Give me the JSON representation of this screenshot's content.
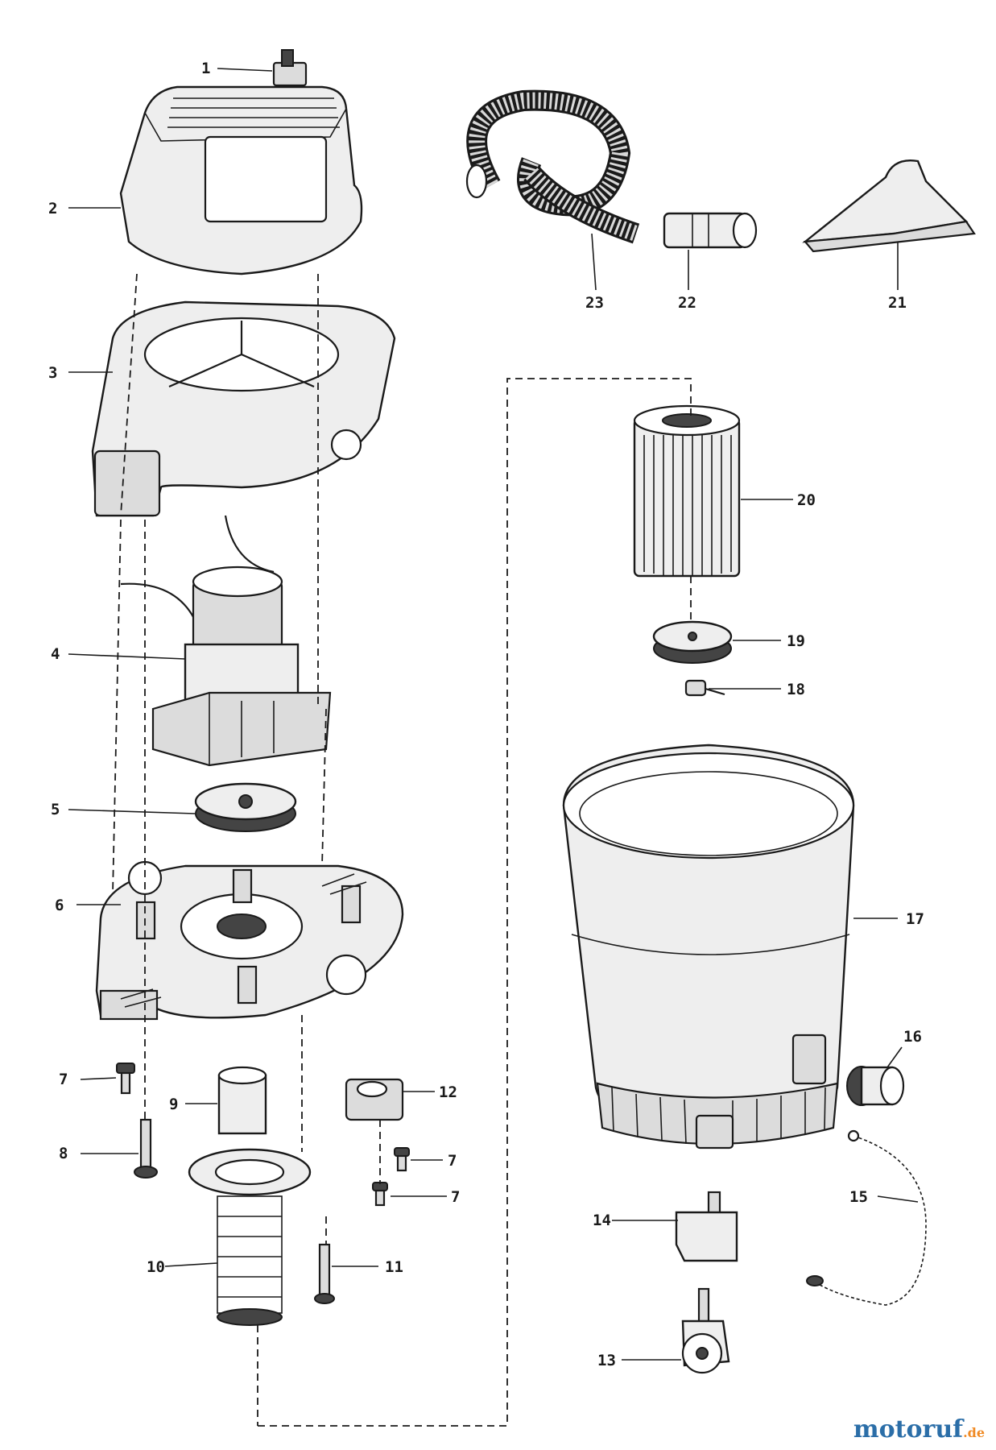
{
  "parts": [
    {
      "id": "part-1",
      "label": "1"
    },
    {
      "id": "part-2",
      "label": "2"
    },
    {
      "id": "part-3",
      "label": "3"
    },
    {
      "id": "part-4",
      "label": "4"
    },
    {
      "id": "part-5",
      "label": "5"
    },
    {
      "id": "part-6",
      "label": "6"
    },
    {
      "id": "part-7a",
      "label": "7"
    },
    {
      "id": "part-8",
      "label": "8"
    },
    {
      "id": "part-9",
      "label": "9"
    },
    {
      "id": "part-10",
      "label": "10"
    },
    {
      "id": "part-11",
      "label": "11"
    },
    {
      "id": "part-12",
      "label": "12"
    },
    {
      "id": "part-7b",
      "label": "7"
    },
    {
      "id": "part-7c",
      "label": "7"
    },
    {
      "id": "part-13",
      "label": "13"
    },
    {
      "id": "part-14",
      "label": "14"
    },
    {
      "id": "part-15",
      "label": "15"
    },
    {
      "id": "part-16",
      "label": "16"
    },
    {
      "id": "part-17",
      "label": "17"
    },
    {
      "id": "part-18",
      "label": "18"
    },
    {
      "id": "part-19",
      "label": "19"
    },
    {
      "id": "part-20",
      "label": "20"
    },
    {
      "id": "part-21",
      "label": "21"
    },
    {
      "id": "part-22",
      "label": "22"
    },
    {
      "id": "part-23",
      "label": "23"
    }
  ],
  "watermark": {
    "main": "motoruf",
    "sub": ".de"
  }
}
